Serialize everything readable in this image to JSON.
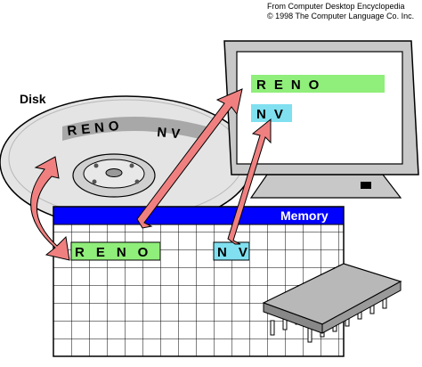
{
  "credit": {
    "line1": "From Computer Desktop Encyclopedia",
    "line2": "© 1998 The Computer Language Co. Inc."
  },
  "disk": {
    "label": "Disk",
    "record_text": "RENO",
    "record_text2": "NV"
  },
  "monitor": {
    "line1": "RENO",
    "line2": "NV",
    "field1_color": "#90ee7a",
    "field2_color": "#80e0f0"
  },
  "memory": {
    "label": "Memory",
    "header_color": "#0000ff",
    "cell1_text": "RENO",
    "cell2_text": "NV"
  },
  "colors": {
    "arrow": "#f08080",
    "disk": "#d8d8d8",
    "monitor_body": "#c8c8c8"
  }
}
